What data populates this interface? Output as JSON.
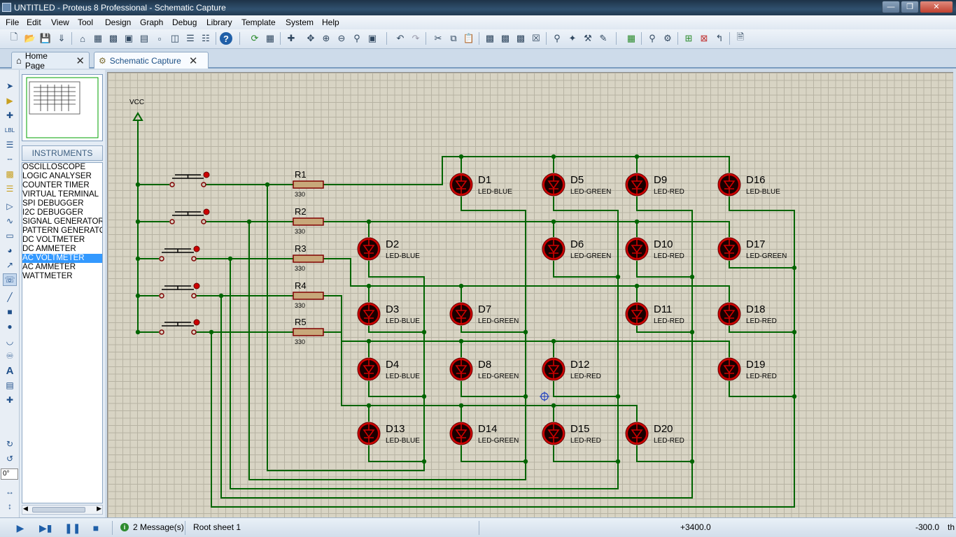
{
  "window": {
    "title": "UNTITLED - Proteus 8 Professional - Schematic Capture"
  },
  "menu": [
    "File",
    "Edit",
    "View",
    "Tool",
    "Design",
    "Graph",
    "Debug",
    "Library",
    "Template",
    "System",
    "Help"
  ],
  "tabs": [
    {
      "label": "Home Page"
    },
    {
      "label": "Schematic Capture"
    }
  ],
  "instruments": {
    "header": "INSTRUMENTS",
    "items": [
      "OSCILLOSCOPE",
      "LOGIC ANALYSER",
      "COUNTER TIMER",
      "VIRTUAL TERMINAL",
      "SPI DEBUGGER",
      "I2C DEBUGGER",
      "SIGNAL GENERATOR",
      "PATTERN GENERATO",
      "DC VOLTMETER",
      "DC AMMETER",
      "AC VOLTMETER",
      "AC AMMETER",
      "WATTMETER"
    ],
    "selected": "AC VOLTMETER"
  },
  "rotation": "0°",
  "schematic": {
    "power_label": "VCC",
    "resistors": [
      {
        "name": "R1",
        "value": "330"
      },
      {
        "name": "R2",
        "value": "330"
      },
      {
        "name": "R3",
        "value": "330"
      },
      {
        "name": "R4",
        "value": "330"
      },
      {
        "name": "R5",
        "value": "330"
      }
    ],
    "leds": [
      {
        "name": "D1",
        "type": "LED-BLUE"
      },
      {
        "name": "D2",
        "type": "LED-BLUE"
      },
      {
        "name": "D3",
        "type": "LED-BLUE"
      },
      {
        "name": "D4",
        "type": "LED-BLUE"
      },
      {
        "name": "D5",
        "type": "LED-GREEN"
      },
      {
        "name": "D6",
        "type": "LED-GREEN"
      },
      {
        "name": "D7",
        "type": "LED-GREEN"
      },
      {
        "name": "D8",
        "type": "LED-GREEN"
      },
      {
        "name": "D9",
        "type": "LED-RED"
      },
      {
        "name": "D10",
        "type": "LED-RED"
      },
      {
        "name": "D11",
        "type": "LED-RED"
      },
      {
        "name": "D12",
        "type": "LED-RED"
      },
      {
        "name": "D13",
        "type": "LED-BLUE"
      },
      {
        "name": "D14",
        "type": "LED-GREEN"
      },
      {
        "name": "D15",
        "type": "LED-RED"
      },
      {
        "name": "D16",
        "type": "LED-BLUE"
      },
      {
        "name": "D17",
        "type": "LED-GREEN"
      },
      {
        "name": "D18",
        "type": "LED-RED"
      },
      {
        "name": "D19",
        "type": "LED-RED"
      },
      {
        "name": "D20",
        "type": "LED-RED"
      }
    ]
  },
  "status": {
    "messages": "2 Message(s)",
    "sheet": "Root sheet 1",
    "x": "+3400.0",
    "y": "-300.0",
    "units": "th"
  },
  "colors": {
    "wire": "#006400",
    "led_body": "#cc0000",
    "component": "#800000",
    "canvas": "#d8d4c4"
  }
}
